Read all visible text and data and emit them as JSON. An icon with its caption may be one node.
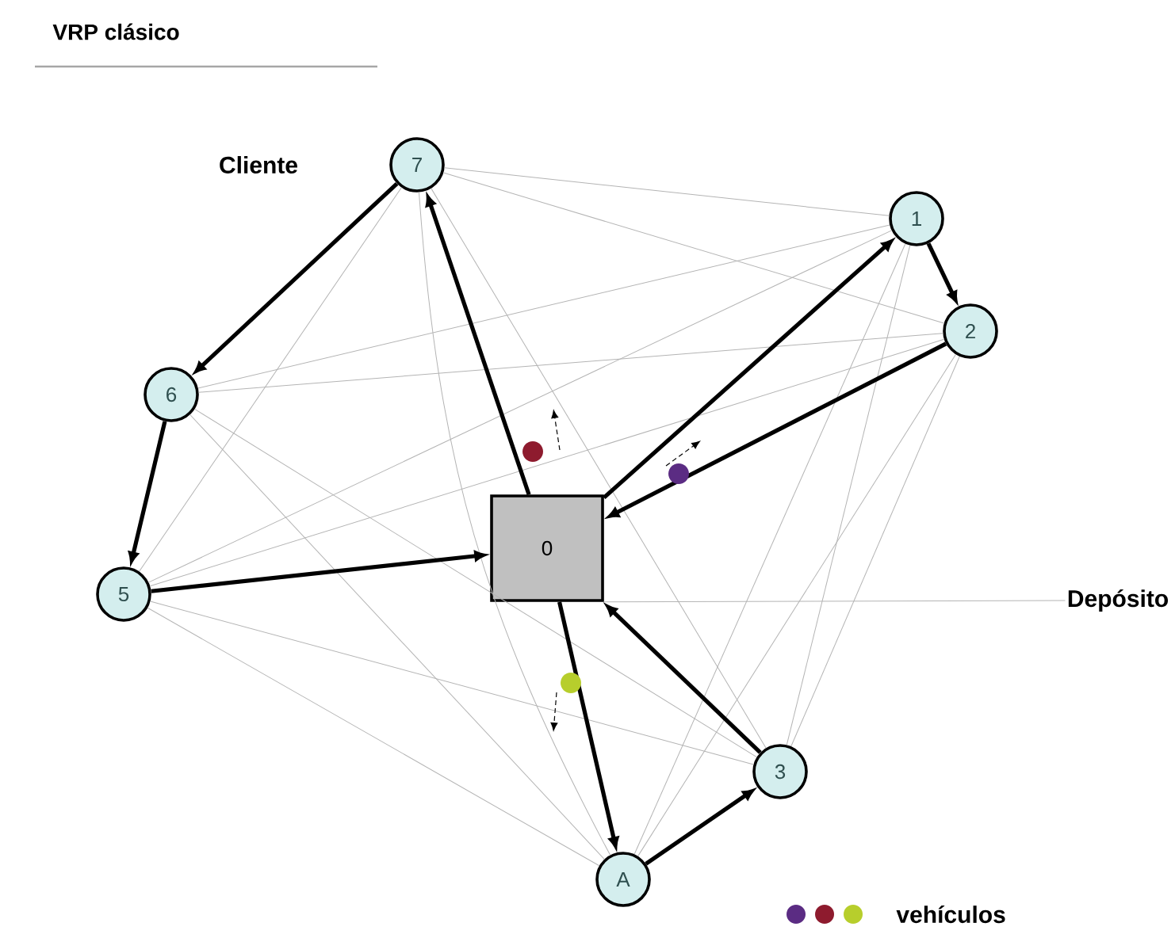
{
  "diagram": {
    "title": "VRP clásico",
    "nodes": [
      {
        "text": [
          "7"
        ]
      },
      {
        "text": [
          "1"
        ]
      },
      {
        "text": [
          "2"
        ]
      },
      {
        "text": [
          "6"
        ]
      },
      {
        "text": [
          "0"
        ]
      },
      {
        "text": [
          "5"
        ]
      },
      {
        "text": [
          "Depósito"
        ]
      },
      {
        "text": [
          "3"
        ]
      },
      {
        "text": [
          "A"
        ]
      }
    ],
    "edges": [
      {
        "from": 4,
        "to": 0,
        "arrow": "to",
        "style": "thick",
        "color": "#000000"
      },
      {
        "from": 0,
        "to": 3,
        "arrow": "to",
        "style": "thick",
        "color": "#000000"
      },
      {
        "from": 3,
        "to": 5,
        "arrow": "to",
        "style": "thick",
        "color": "#000000"
      },
      {
        "from": 5,
        "to": 4,
        "arrow": "to",
        "style": "thick",
        "color": "#000000"
      },
      {
        "from": 4,
        "to": 1,
        "arrow": "to",
        "style": "thick",
        "color": "#000000"
      },
      {
        "from": 1,
        "to": 2,
        "arrow": "to",
        "style": "thick",
        "color": "#000000"
      },
      {
        "from": 2,
        "to": 4,
        "arrow": "to",
        "style": "thick",
        "color": "#000000"
      },
      {
        "from": 4,
        "to": 8,
        "arrow": "to",
        "style": "thick",
        "color": "#000000"
      },
      {
        "from": 8,
        "to": 7,
        "arrow": "to",
        "style": "thick",
        "color": "#000000"
      },
      {
        "from": 7,
        "to": 4,
        "arrow": "to",
        "style": "thick",
        "color": "#000000"
      },
      {
        "from": 6,
        "to": 4,
        "arrow": "none"
      },
      {
        "from": 0,
        "to": 1,
        "arrow": "none"
      },
      {
        "from": 0,
        "to": 2,
        "arrow": "none"
      },
      {
        "from": 0,
        "to": 5,
        "arrow": "none"
      },
      {
        "from": 0,
        "to": 7,
        "arrow": "none"
      },
      {
        "from": 0,
        "to": 8,
        "arrow": "none"
      },
      {
        "from": 1,
        "to": 3,
        "arrow": "none"
      },
      {
        "from": 1,
        "to": 5,
        "arrow": "none"
      },
      {
        "from": 1,
        "to": 7,
        "arrow": "none"
      },
      {
        "from": 1,
        "to": 8,
        "arrow": "none"
      },
      {
        "from": 2,
        "to": 3,
        "arrow": "none"
      },
      {
        "from": 2,
        "to": 5,
        "arrow": "none"
      },
      {
        "from": 2,
        "to": 7,
        "arrow": "none"
      },
      {
        "from": 2,
        "to": 8,
        "arrow": "none"
      },
      {
        "from": 3,
        "to": 7,
        "arrow": "none"
      },
      {
        "from": 3,
        "to": 8,
        "arrow": "none"
      },
      {
        "from": 5,
        "to": 7,
        "arrow": "none"
      },
      {
        "from": 5,
        "to": 8,
        "arrow": "none"
      }
    ],
    "labels": [
      "Cliente",
      "vehículos"
    ]
  }
}
